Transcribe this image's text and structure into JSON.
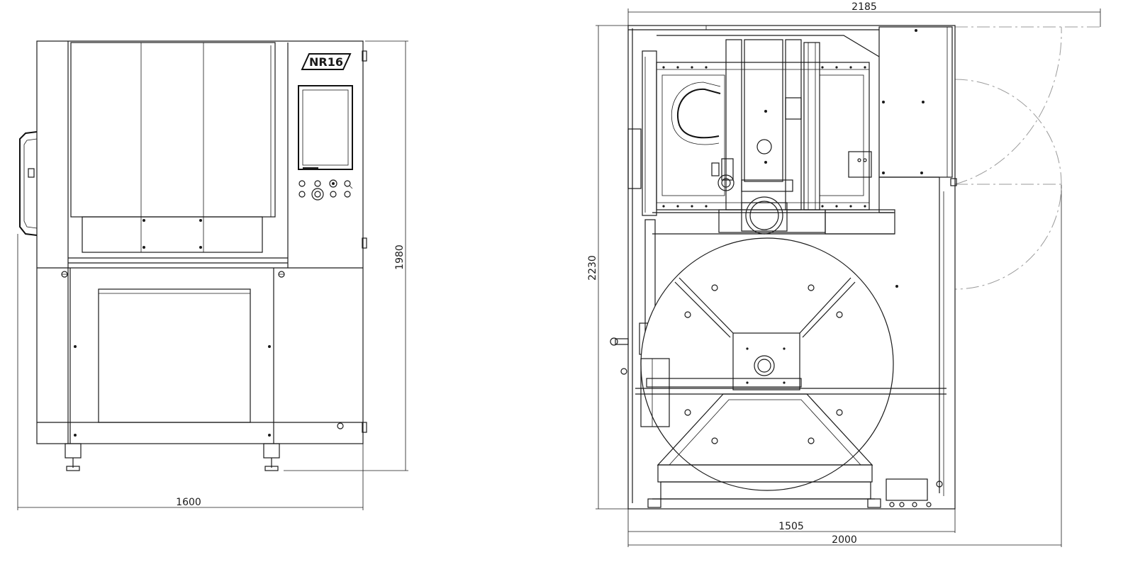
{
  "front_view": {
    "logo_text": "NR16",
    "dimensions": {
      "width": "1600",
      "height": "1980"
    }
  },
  "top_view": {
    "dimensions": {
      "overall_width": "2185",
      "depth": "2230",
      "frame_width": "1505",
      "base_width": "2000"
    }
  }
}
